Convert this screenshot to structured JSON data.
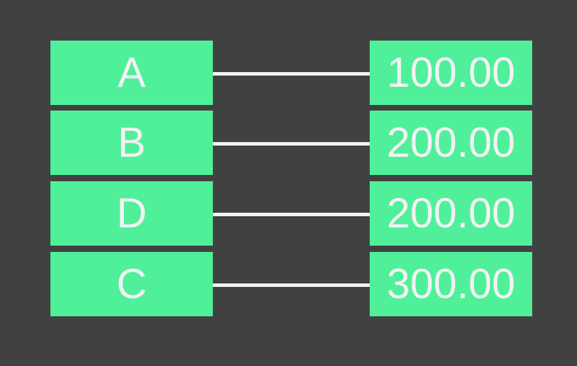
{
  "colors": {
    "background": "#414141",
    "node_fill": "#50f09b",
    "connector": "#f2f2f2",
    "text": "#f2f2f2"
  },
  "diagram": {
    "type": "key-value-mapping",
    "rows": [
      {
        "key": "A",
        "value": "100.00"
      },
      {
        "key": "B",
        "value": "200.00"
      },
      {
        "key": "D",
        "value": "200.00"
      },
      {
        "key": "C",
        "value": "300.00"
      }
    ]
  }
}
